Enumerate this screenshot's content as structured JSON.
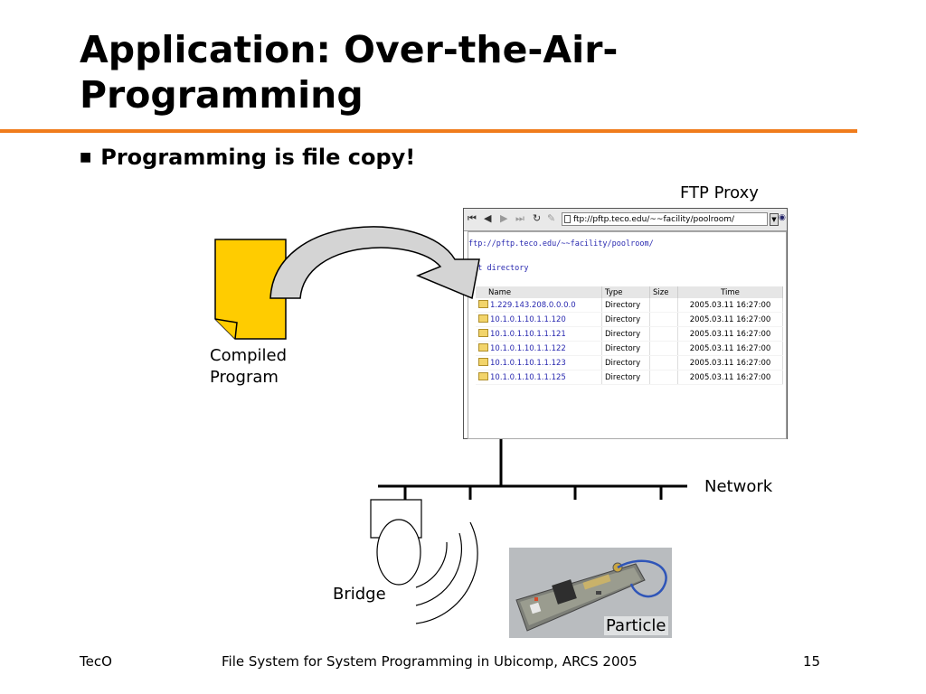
{
  "slide": {
    "title": "Application: Over-the-Air-Programming",
    "bullet": "Programming is file copy!"
  },
  "labels": {
    "ftp_proxy": "FTP Proxy",
    "compiled_line1": "Compiled",
    "compiled_line2": "Program",
    "network": "Network",
    "bridge": "Bridge",
    "particle": "Particle"
  },
  "browser": {
    "address": "ftp://pftp.teco.edu/~~facility/poolroom/",
    "url_text": "ftp://pftp.teco.edu/~~facility/poolroom/",
    "current_directory": "ent directory",
    "columns": [
      "Name",
      "Type",
      "Size",
      "Time"
    ],
    "rows": [
      {
        "name": "1.229.143.208.0.0.0.0",
        "type": "Directory",
        "size": "",
        "time": "2005.03.11 16:27:00"
      },
      {
        "name": "10.1.0.1.10.1.1.120",
        "type": "Directory",
        "size": "",
        "time": "2005.03.11 16:27:00"
      },
      {
        "name": "10.1.0.1.10.1.1.121",
        "type": "Directory",
        "size": "",
        "time": "2005.03.11 16:27:00"
      },
      {
        "name": "10.1.0.1.10.1.1.122",
        "type": "Directory",
        "size": "",
        "time": "2005.03.11 16:27:00"
      },
      {
        "name": "10.1.0.1.10.1.1.123",
        "type": "Directory",
        "size": "",
        "time": "2005.03.11 16:27:00"
      },
      {
        "name": "10.1.0.1.10.1.1.125",
        "type": "Directory",
        "size": "",
        "time": "2005.03.11 16:27:00"
      }
    ],
    "icons": [
      "rewind-icon",
      "back-icon",
      "forward-icon",
      "fast-forward-icon",
      "reload-icon",
      "edit-icon",
      "document-icon",
      "dropdown-icon",
      "go-icon"
    ]
  },
  "footer": {
    "left": "TecO",
    "center": "File System for System Programming in Ubicomp, ARCS 2005",
    "page": "15"
  },
  "colors": {
    "accent_rule": "#f07c1c",
    "document_fill": "#ffcc00",
    "arrow_fill": "#d4d4d4",
    "link_blue": "#2a2ab0"
  }
}
